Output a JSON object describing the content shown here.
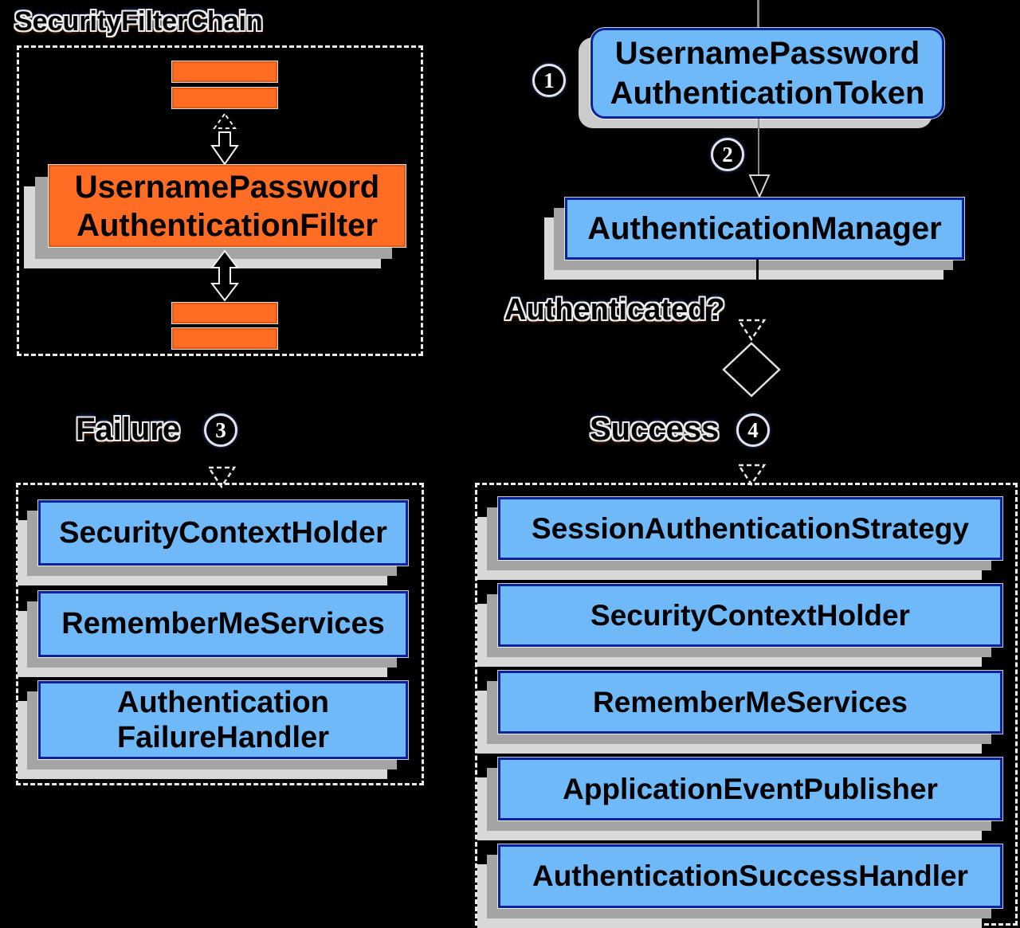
{
  "title": "SecurityFilterChain",
  "left_panel": {
    "filter_box_label": "UsernamePassword\nAuthenticationFilter"
  },
  "flow": {
    "badge_1": "1",
    "token_box_label": "UsernamePassword\nAuthenticationToken",
    "badge_2": "2",
    "manager_box_label": "AuthenticationManager",
    "authenticated_question": "Authenticated?",
    "failure_label": "Failure",
    "badge_3": "3",
    "success_label": "Success",
    "badge_4": "4"
  },
  "failure_panel": {
    "boxes": [
      "SecurityContextHolder",
      "RememberMeServices",
      "Authentication\nFailureHandler"
    ]
  },
  "success_panel": {
    "boxes": [
      "SessionAuthenticationStrategy",
      "SecurityContextHolder",
      "RememberMeServices",
      "ApplicationEventPublisher",
      "AuthenticationSuccessHandler"
    ]
  },
  "colors": {
    "background": "#000000",
    "orange_fill": "#FF6D24",
    "orange_border": "#E05A10",
    "blue_fill": "#6FB9F8",
    "blue_border": "#0C229B",
    "shadow_dark": "#A4A4A4",
    "shadow_light": "#D8D8D8",
    "dashed_border": "#ECECEC",
    "halo_text_fill": "#000000",
    "halo_text_outline": "#ECECEC"
  }
}
